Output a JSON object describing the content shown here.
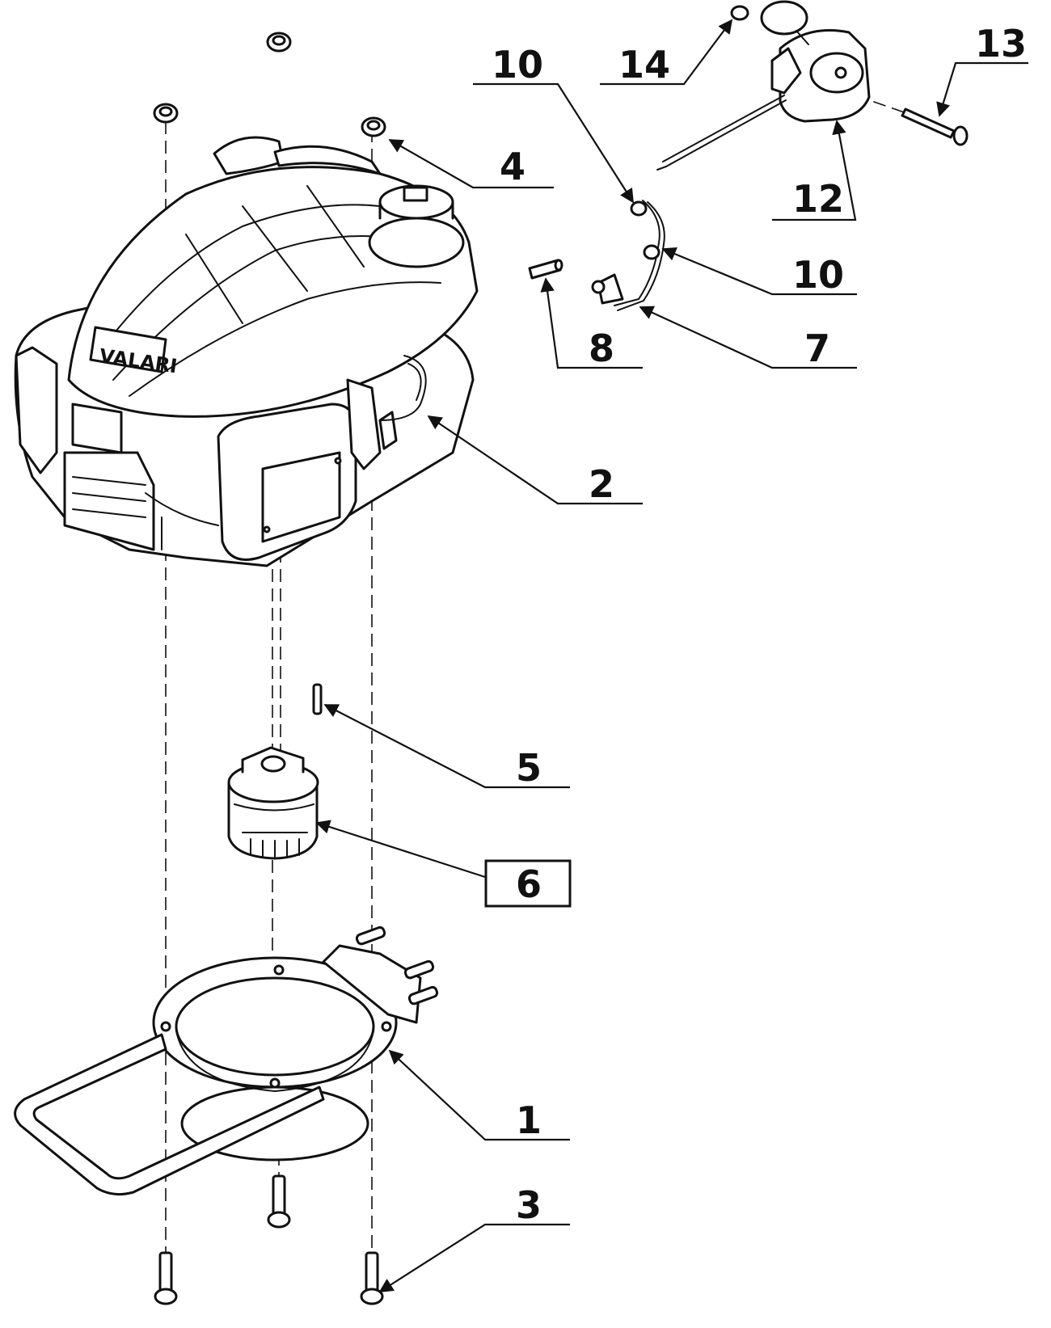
{
  "callouts": [
    {
      "id": "c1",
      "label": "1",
      "boxed": false
    },
    {
      "id": "c2",
      "label": "2",
      "boxed": false
    },
    {
      "id": "c3",
      "label": "3",
      "boxed": false
    },
    {
      "id": "c4",
      "label": "4",
      "boxed": false
    },
    {
      "id": "c5",
      "label": "5",
      "boxed": false
    },
    {
      "id": "c6",
      "label": "6",
      "boxed": true
    },
    {
      "id": "c7",
      "label": "7",
      "boxed": false
    },
    {
      "id": "c8",
      "label": "8",
      "boxed": false
    },
    {
      "id": "c10a",
      "label": "10",
      "boxed": false
    },
    {
      "id": "c10b",
      "label": "10",
      "boxed": false
    },
    {
      "id": "c12",
      "label": "12",
      "boxed": false
    },
    {
      "id": "c13",
      "label": "13",
      "boxed": false
    },
    {
      "id": "c14",
      "label": "14",
      "boxed": false
    }
  ],
  "logo_text": "VALARI",
  "colors": {
    "ink": "#111111",
    "paper": "#ffffff"
  }
}
